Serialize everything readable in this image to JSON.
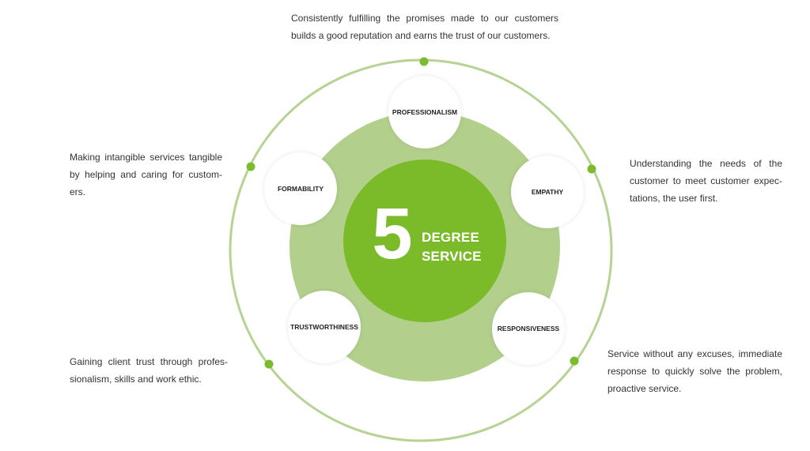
{
  "center": {
    "number": "5",
    "line1": "DEGREE",
    "line2": "SERVICE"
  },
  "nodes": {
    "professionalism": "PROFESSIONALISM",
    "formability": "FORMABILITY",
    "empathy": "EMPATHY",
    "trustworthiness": "TRUSTWORTHINESS",
    "responsiveness": "RESPONSIVENESS"
  },
  "descriptions": {
    "top": "Consistently fulfilling the promises made to our customers builds a good reputation and earns the trust of our customers.",
    "left_top": "Making intangible services tangible by helping and caring for custom-ers.",
    "right_top": "Understanding the needs of the customer to meet customer expec-tations, the user first.",
    "left_bottom": "Gaining client trust through profes-sionalism, skills and work ethic.",
    "right_bottom": "Service without any excuses, immediate response to quickly solve the problem, proactive service."
  },
  "colors": {
    "outer_ring": "#b5d393",
    "marker_dot": "#7cbb2e",
    "middle_disc": "#b2d08c",
    "center_disc": "#7bbb2a",
    "node_fill": "#ffffff",
    "text": "#333333"
  }
}
